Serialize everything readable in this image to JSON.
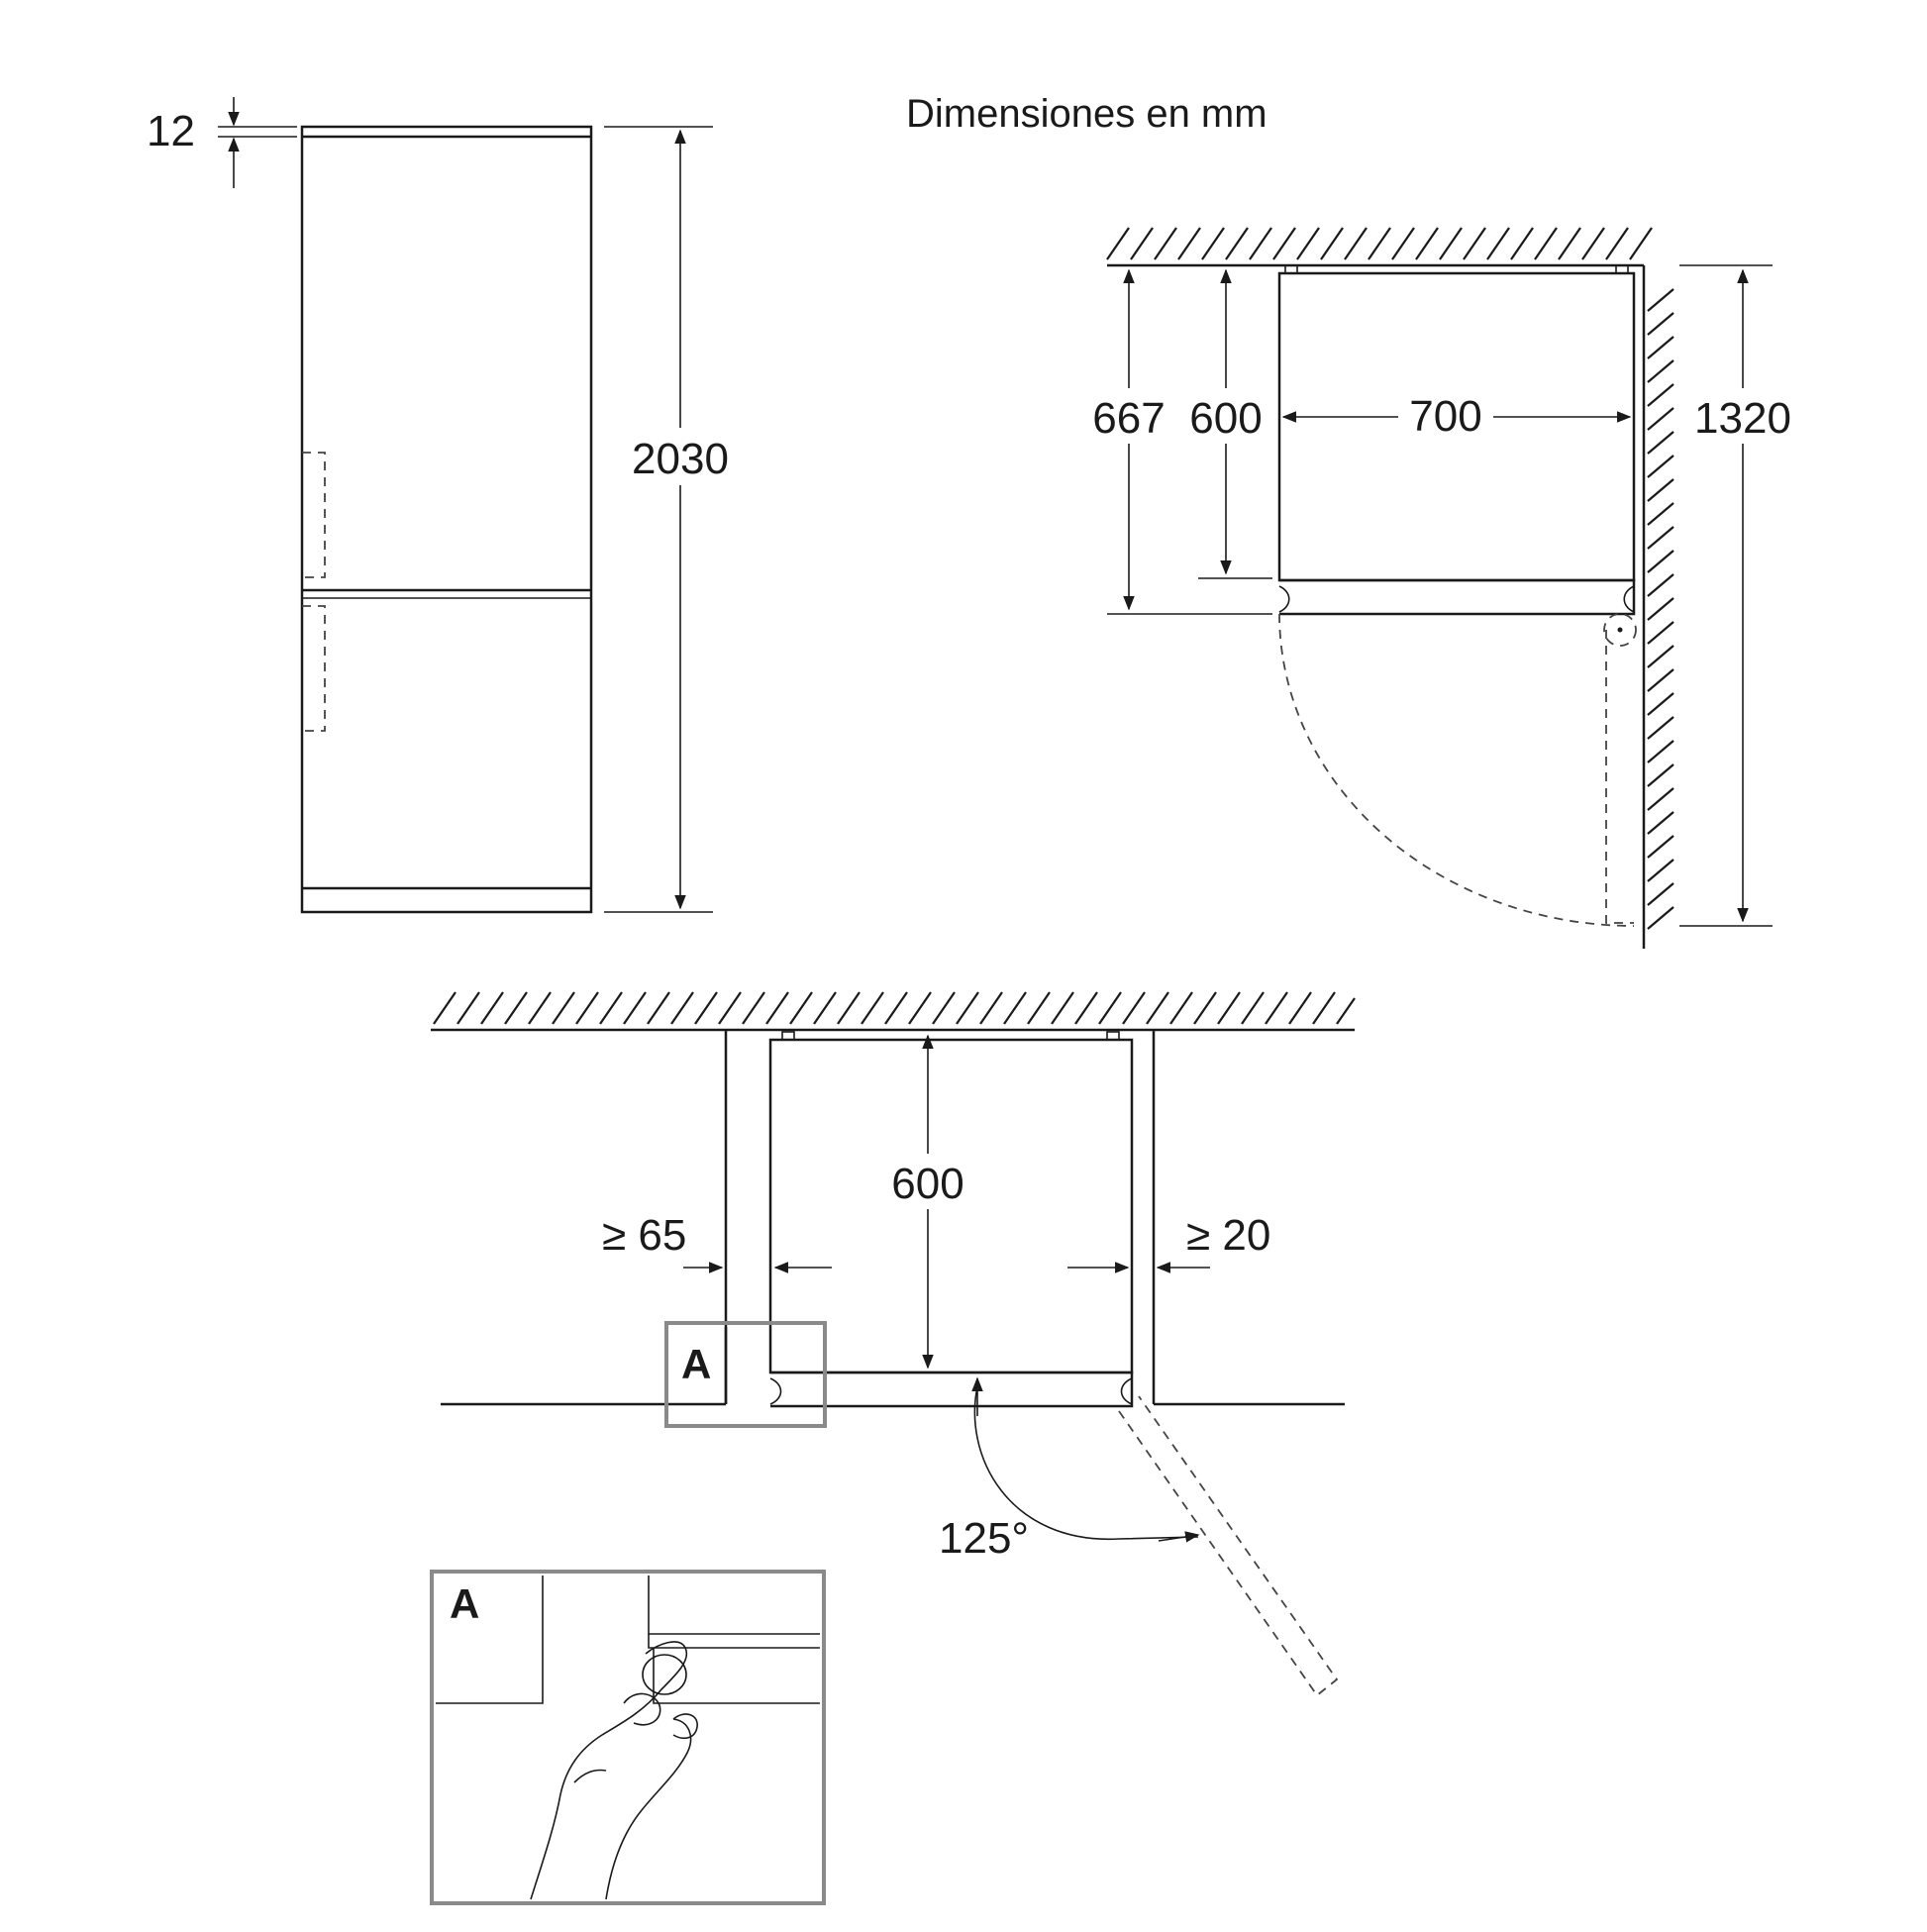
{
  "header": {
    "units_note": "Dimensiones en mm"
  },
  "front_view": {
    "top_gap": "12",
    "total_height": "2030"
  },
  "top_view": {
    "depth_with_door": "667",
    "depth_body": "600",
    "width": "700",
    "depth_door_open": "1320"
  },
  "niche_view": {
    "depth": "600",
    "gap_left": "≥ 65",
    "gap_right": "≥ 20",
    "door_angle": "125°",
    "detail_marker": "A"
  },
  "detail_view": {
    "marker": "A"
  }
}
